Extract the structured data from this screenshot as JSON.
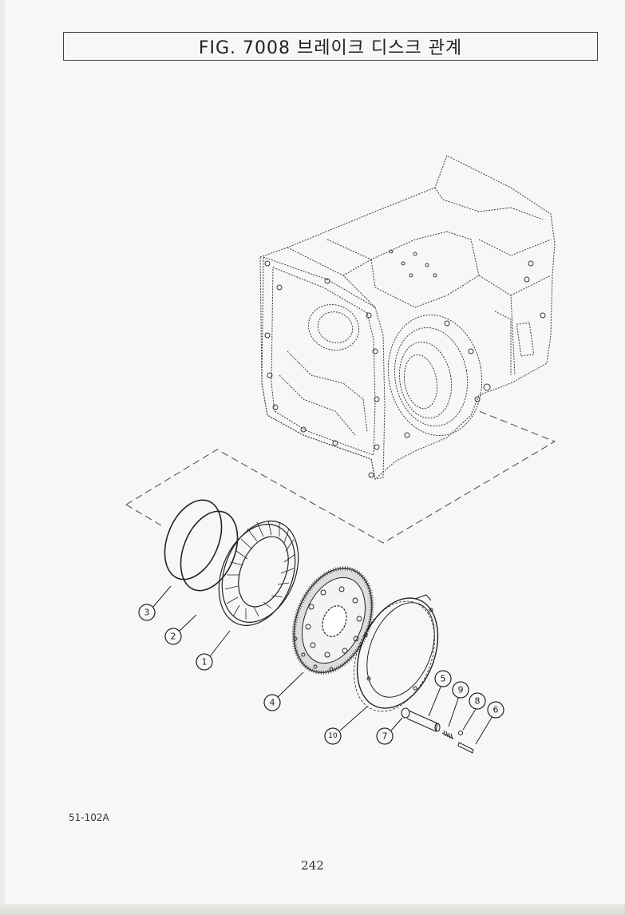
{
  "title": "FIG. 7008 브레이크 디스크 관계",
  "callouts": [
    "1",
    "2",
    "3",
    "4",
    "5",
    "6",
    "7",
    "8",
    "9",
    "10"
  ],
  "part_code": "51-102A",
  "page_number": "242"
}
